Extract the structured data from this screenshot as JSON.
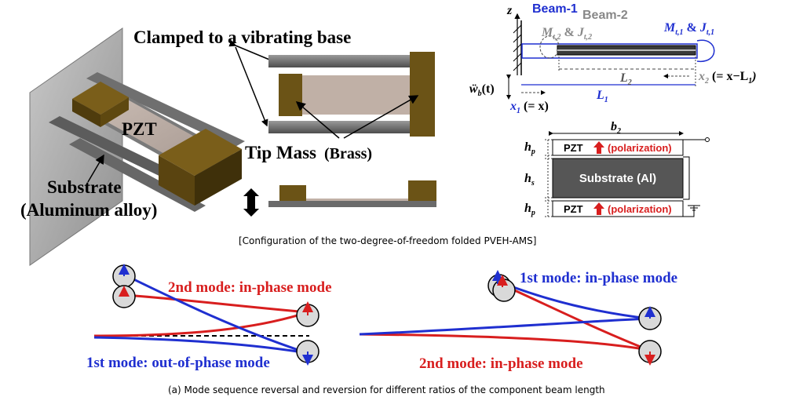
{
  "top": {
    "clamped_label": "Clamped to a vibrating base",
    "pzt_label": "PZT",
    "substrate_label": "Substrate",
    "substrate_material": "(Aluminum alloy)",
    "tipmass_label": "Tip Mass",
    "tipmass_material": "(Brass)",
    "caption": "[Configuration of the two-degree-of-freedom folded PVEH-AMS]"
  },
  "schematic": {
    "z": "z",
    "beam1": "Beam-1",
    "beam2": "Beam-2",
    "m_t2": "M",
    "m_t2_sub": "t,2",
    "amp": "&",
    "j_t2": "J",
    "j_t2_sub": "t,2",
    "m_t1": "M",
    "m_t1_sub": "t,1",
    "j_t1": "J",
    "j_t1_sub": "t,1",
    "w_b": "ẅ",
    "w_b_sub": "b",
    "w_b_arg": "(t)",
    "l2": "L",
    "l2_sub": "2",
    "l1": "L",
    "l1_sub": "1",
    "x1": "x",
    "x1_sub": "1",
    "x1_eq": "(= x)",
    "x2": "x",
    "x2_sub": "2",
    "x2_eq": "(= x−L",
    "x2_eq_sub": "1",
    "x2_eq_close": ")"
  },
  "cross_section": {
    "b2": "b",
    "b2_sub": "2",
    "hp_top": "h",
    "hp_sub": "p",
    "hs": "h",
    "hs_sub": "s",
    "hp_bot": "h",
    "pzt_top_label": "PZT",
    "polarization": "(polarization)",
    "substrate": "Substrate (Al)",
    "pzt_bot_label": "PZT"
  },
  "modes": {
    "left_mode2": "2nd mode: in-phase mode",
    "left_mode1": "1st mode: out-of-phase mode",
    "right_mode1": "1st mode: in-phase mode",
    "right_mode2": "2nd mode: in-phase mode",
    "caption": "(a) Mode sequence reversal and reversion for different ratios of the component beam length"
  },
  "colors": {
    "blue": "#1f2fd0",
    "red": "#d81e1e",
    "brass": "#6b5316",
    "gray": "#8a8a8a"
  }
}
